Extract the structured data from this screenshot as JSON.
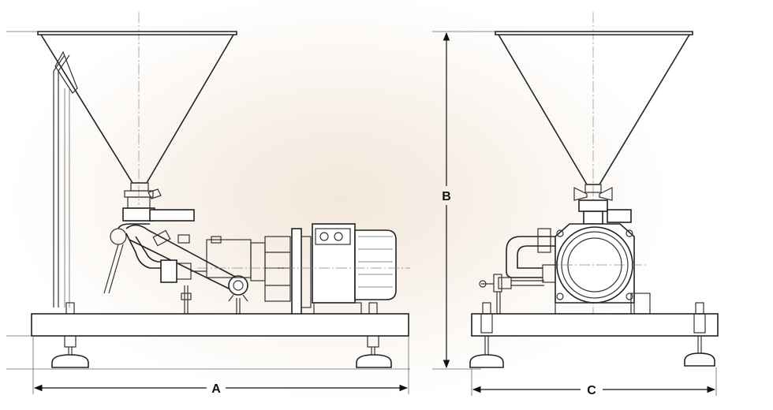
{
  "dimensions": {
    "a_label": "A",
    "b_label": "B",
    "c_label": "C"
  }
}
